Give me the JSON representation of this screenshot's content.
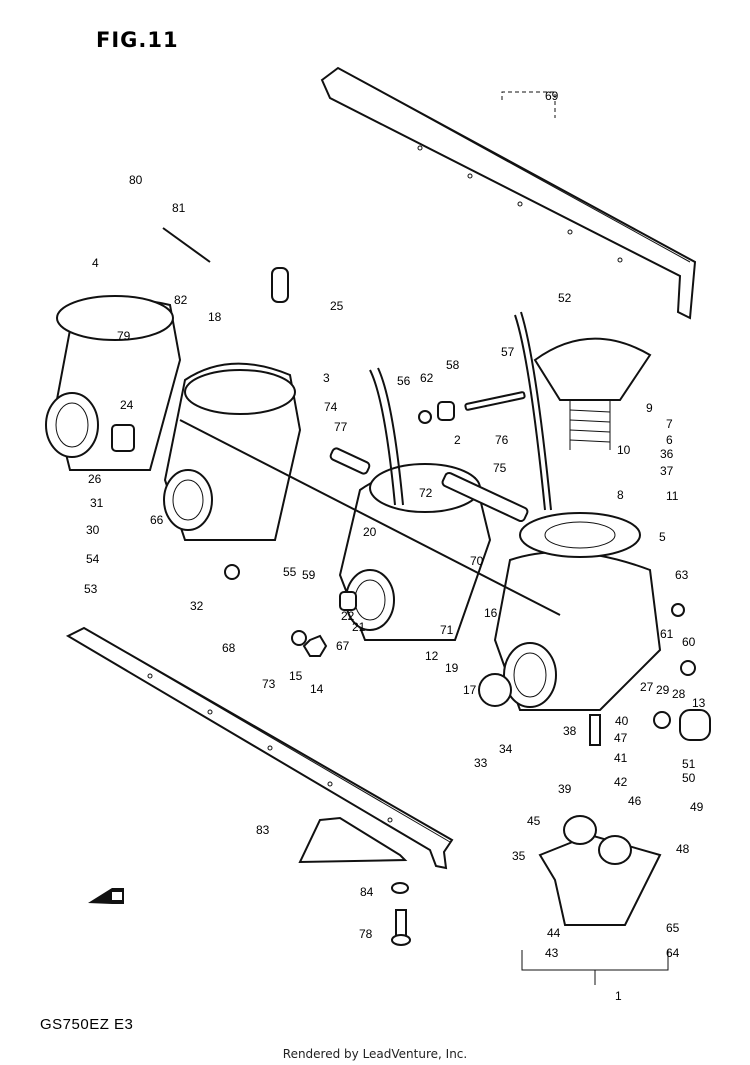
{
  "figure": {
    "title": "FIG.11",
    "model": "GS750EZ  E3",
    "footer": "Rendered by LeadVenture, Inc."
  },
  "labels": [
    "80",
    "81",
    "4",
    "82",
    "79",
    "24",
    "26",
    "31",
    "30",
    "54",
    "53",
    "18",
    "25",
    "3",
    "66",
    "55",
    "59",
    "32",
    "68",
    "73",
    "15",
    "14",
    "22",
    "67",
    "21",
    "20",
    "72",
    "70",
    "71",
    "19",
    "12",
    "17",
    "16",
    "34",
    "33",
    "38",
    "39",
    "40",
    "41",
    "42",
    "47",
    "51",
    "50",
    "46",
    "49",
    "45",
    "48",
    "35",
    "44",
    "43",
    "65",
    "64",
    "1",
    "27",
    "29",
    "28",
    "13",
    "61",
    "60",
    "63",
    "52",
    "69",
    "57",
    "58",
    "62",
    "56",
    "74",
    "77",
    "2",
    "75",
    "76",
    "9",
    "7",
    "6",
    "36",
    "37",
    "10",
    "8",
    "11",
    "5",
    "83",
    "84",
    "78"
  ],
  "icons": {
    "arrow": "front-arrow-icon"
  }
}
